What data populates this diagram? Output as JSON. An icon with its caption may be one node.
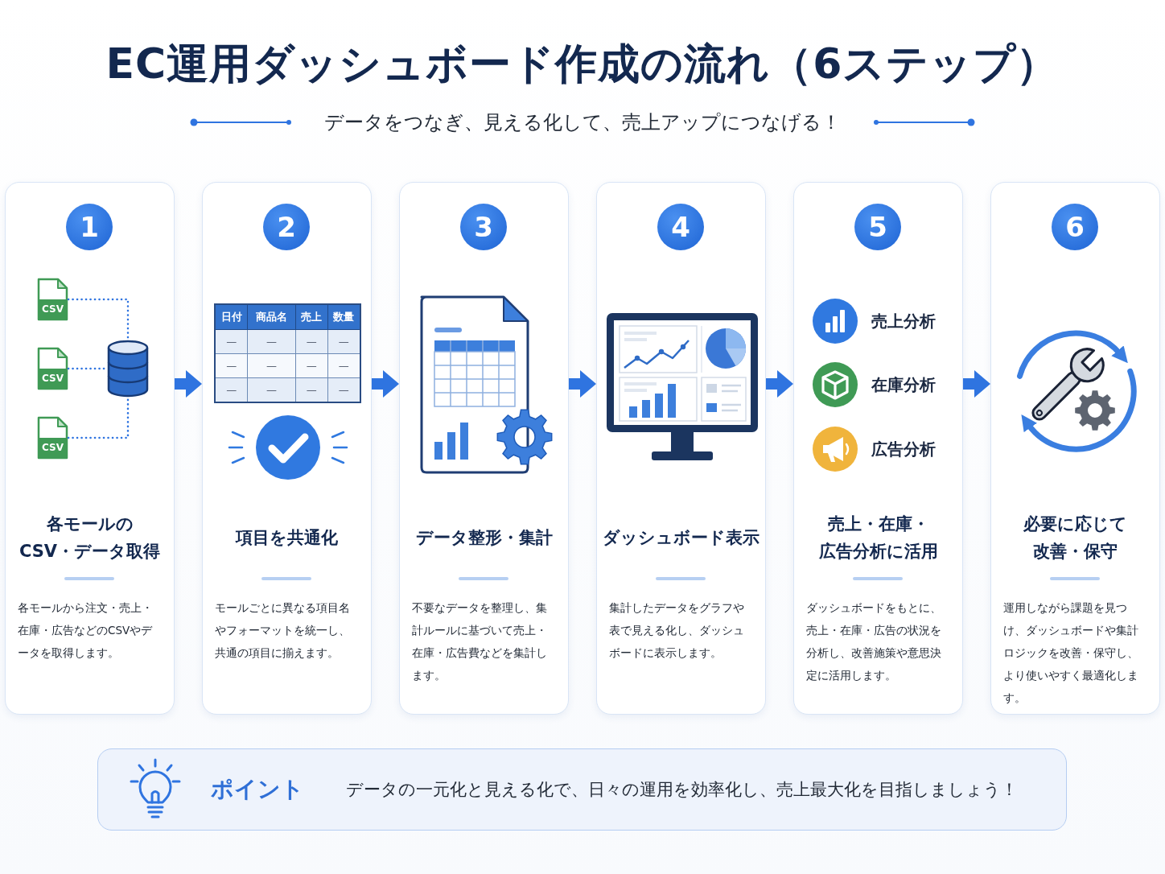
{
  "diagram": {
    "title": "EC運用ダッシュボード作成の流れ（6ステップ）",
    "nodes": [
      {
        "text": [
          "各モールのCSV・データ取得",
          "各モールから注文・売上・在庫・広告などのCSVやデータを取得します。"
        ]
      },
      {
        "text": [
          "1"
        ],
        "in": 0
      },
      {
        "text": [
          "CSV"
        ],
        "in": 0
      },
      {
        "text": [
          "CSV"
        ],
        "in": 0
      },
      {
        "text": [
          "CSV"
        ],
        "in": 0
      },
      {
        "text": [],
        "shape": "cylinder",
        "in": 0
      },
      {
        "text": [
          "項目を共通化",
          "モールごとに異なる項目名やフォーマットを統一し、共通の項目に揃えます。"
        ]
      },
      {
        "text": [
          "2"
        ],
        "in": 6
      },
      {
        "text": [
          "データ整形・集計",
          "不要なデータを整理し、集計ルールに基づいて売上・在庫・広告費などを集計します。"
        ]
      },
      {
        "text": [
          "3"
        ],
        "in": 8
      },
      {
        "text": [
          "ダッシュボード表示",
          "集計したデータをグラフや表で見える化し、ダッシュボードに表示します。"
        ]
      },
      {
        "text": [
          "4"
        ],
        "in": 10
      },
      {
        "text": [
          "売上・在庫・広告分析に活用",
          "ダッシュボードをもとに、売上・在庫・広告の状況を分析し、改善施策や意思決定に活用します。"
        ]
      },
      {
        "text": [
          "5"
        ],
        "in": 12
      },
      {
        "text": [
          "必要に応じて改善・保守",
          "運用しながら課題を見つけ、ダッシュボードや集計ロジックを改善・保守し、より使いやすく最適化します。"
        ]
      },
      {
        "text": [
          "6"
        ],
        "in": 14
      },
      {
        "text": [
          "ポイント",
          "データの一元化と見える化で、日々の運用を効率化し、売上最大化を目指しましょう！"
        ]
      }
    ],
    "edges": [
      {
        "from": 2,
        "to": 5,
        "arrow": "none",
        "style": "dashed"
      },
      {
        "from": 3,
        "to": 5,
        "arrow": "none",
        "style": "dashed"
      },
      {
        "from": 4,
        "to": 5,
        "arrow": "none",
        "style": "dashed"
      },
      {
        "from": 0,
        "to": 6,
        "arrow": "to"
      },
      {
        "from": 6,
        "to": 8,
        "arrow": "to"
      },
      {
        "from": 8,
        "to": 10,
        "arrow": "to"
      },
      {
        "from": 10,
        "to": 12,
        "arrow": "to"
      },
      {
        "from": 12,
        "to": 14,
        "arrow": "to"
      }
    ],
    "labels": [
      "データをつなぎ、見える化して、売上アップにつなげる！",
      "日付",
      "商品名",
      "売上",
      "数量",
      "—",
      "—",
      "—",
      "—",
      "—",
      "—",
      "—",
      "—",
      "—",
      "—",
      "—",
      "—",
      "売上分析",
      "在庫分析",
      "広告分析"
    ]
  }
}
